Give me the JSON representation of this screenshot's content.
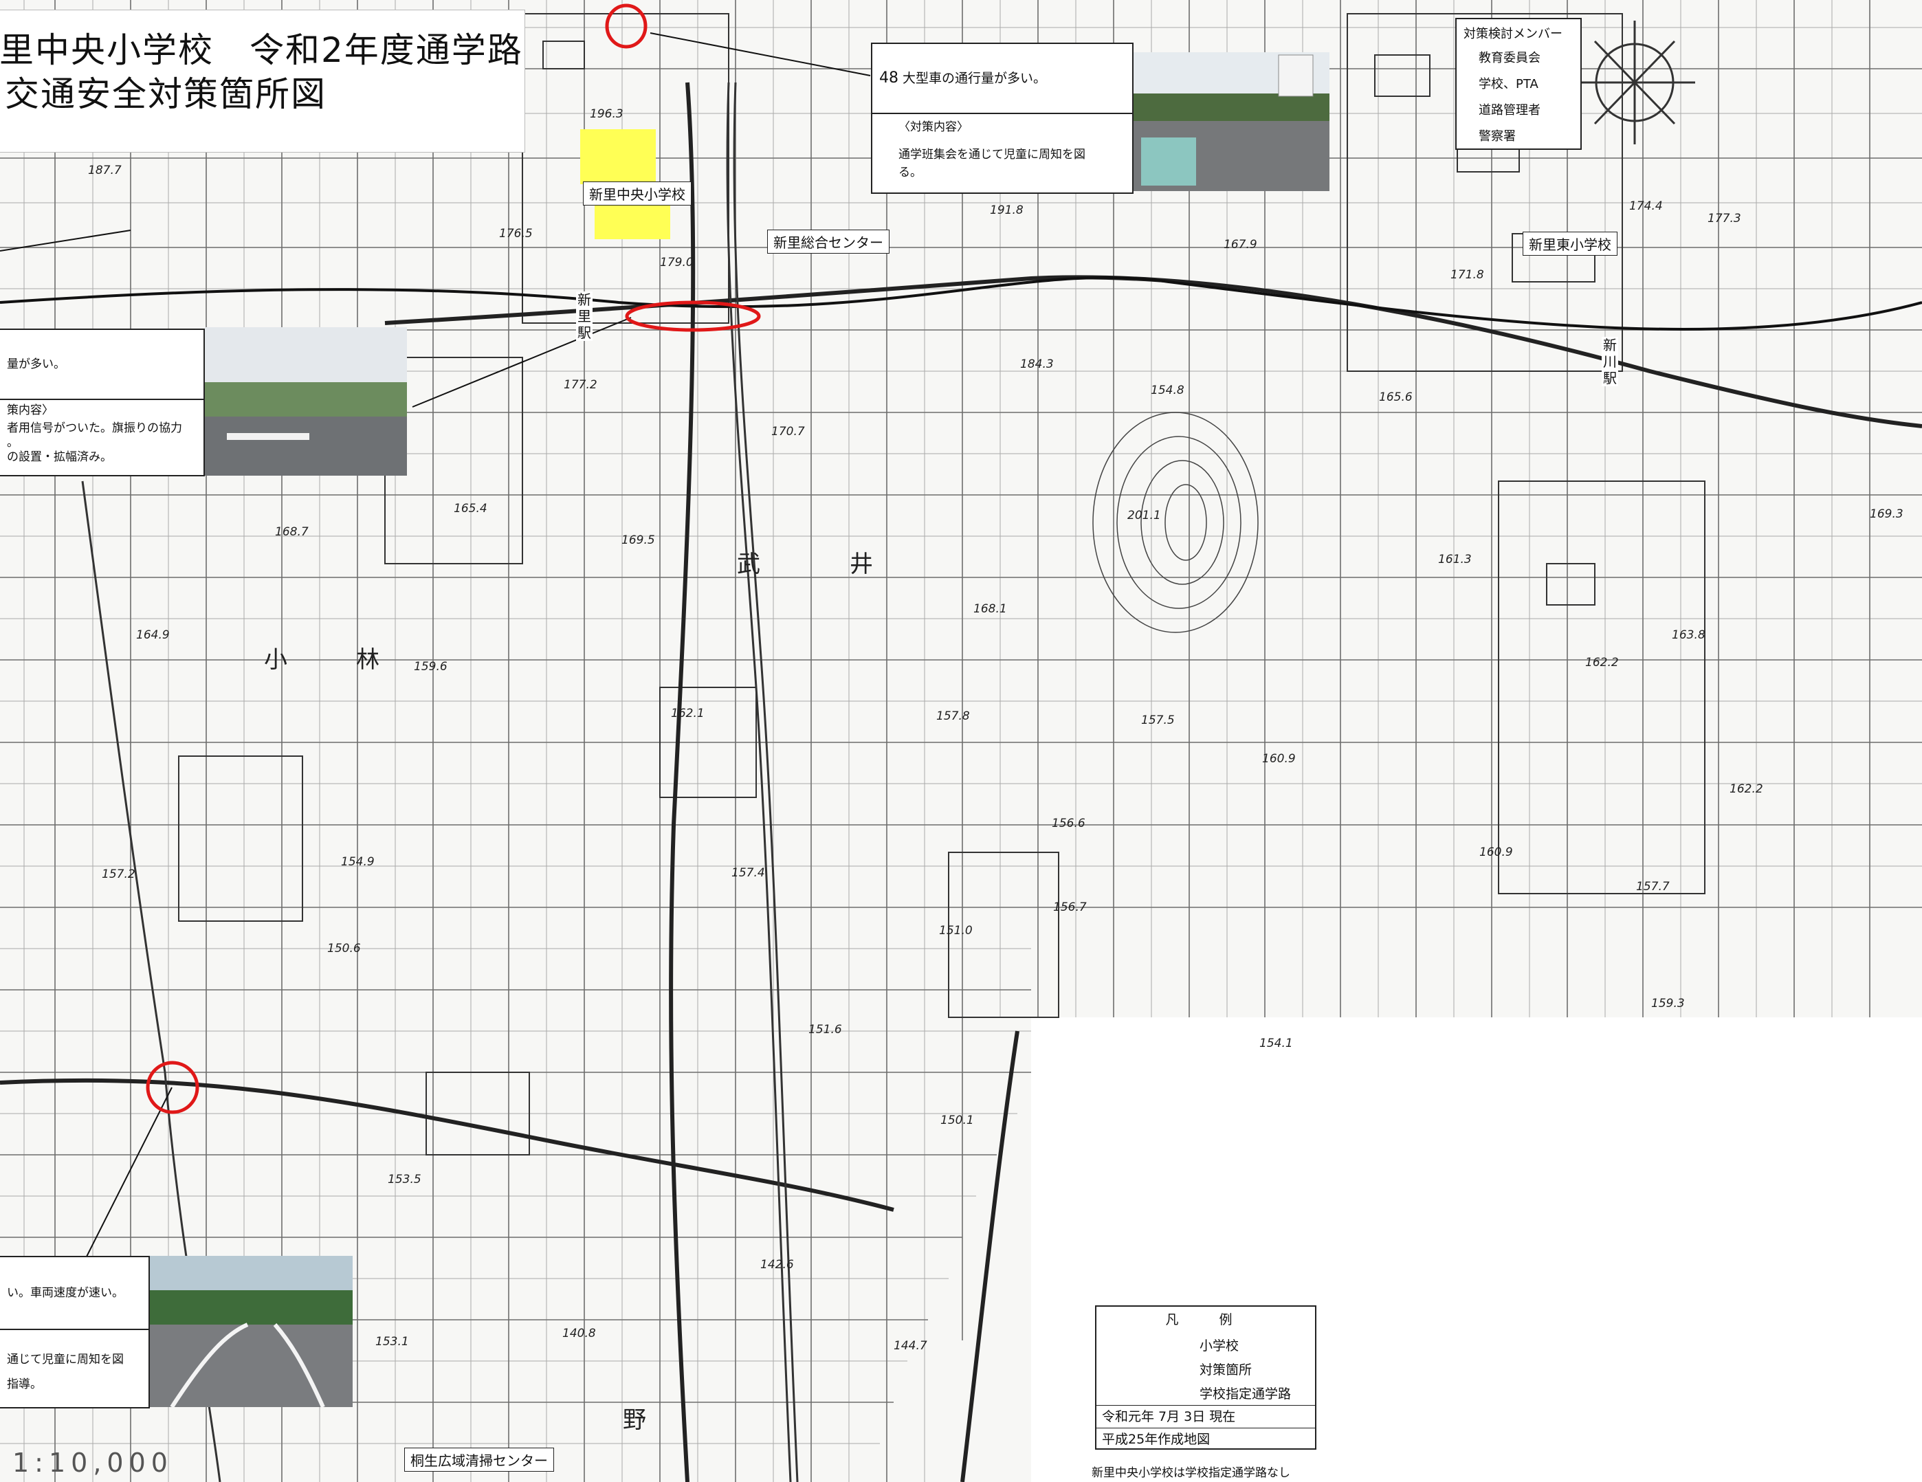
{
  "title": {
    "line1": "里中央小学校　令和2年度通学路",
    "line2": "交通安全対策箇所図"
  },
  "members": {
    "heading": "対策検討メンバー",
    "items": [
      "教育委員会",
      "学校、PTA",
      "道路管理者",
      "警察署"
    ]
  },
  "callouts": {
    "top_right": {
      "number": "48",
      "problem": "大型車の通行量が多い。",
      "measures_heading": "〈対策内容〉",
      "measures": "通学班集会を通じて児童に周知を図る。"
    },
    "mid_left": {
      "problem": "量が多い。",
      "measures_heading": "策内容〉",
      "measures_line1": "者用信号がついた。旗振りの協力",
      "measures_line2": "。",
      "measures_line3": "の設置・拡幅済み。"
    },
    "bottom_left": {
      "problem": "い。車両速度が速い。",
      "measures_line1": "通じて児童に周知を図",
      "measures_line2": "指導。"
    }
  },
  "map_labels": {
    "school_central": "新里中央小学校",
    "center": "新里総合センター",
    "school_east": "新里東小学校",
    "station_niisato": "新里駅",
    "station_shinkawa": "新川駅",
    "cleaning_center": "桐生広域清掃センター",
    "place_kobayashi_1": "小",
    "place_kobayashi_2": "林",
    "place_takei_1": "武",
    "place_takei_2": "井",
    "place_no": "野"
  },
  "elevations": [
    "196.3",
    "187.7",
    "176.5",
    "179.0",
    "191.8",
    "167.9",
    "171.8",
    "177.2",
    "170.7",
    "184.3",
    "154.8",
    "165.6",
    "201.1",
    "161.3",
    "163.8",
    "162.2",
    "164.9",
    "159.6",
    "162.1",
    "168.1",
    "157.8",
    "157.5",
    "160.9",
    "156.6",
    "154.9",
    "157.2",
    "150.6",
    "157.4",
    "151.0",
    "156.7",
    "151.6",
    "153.5",
    "150.1",
    "142.6",
    "140.8",
    "154.1",
    "160.9",
    "157.7",
    "159.3",
    "162.2",
    "169.3",
    "177.3",
    "174.4",
    "165.4",
    "168.7",
    "169.5",
    "144.7",
    "153.1"
  ],
  "legend": {
    "heading": "凡　例",
    "items": [
      {
        "label": "小学校",
        "color": "#ffff66"
      },
      {
        "label": "対策箇所",
        "color": "#e02020"
      },
      {
        "label": "学校指定通学路",
        "color": "#1aa64a"
      }
    ],
    "date": "令和元年 7月  3日  現在",
    "source": "平成25年作成地図"
  },
  "scale": "1:10,000",
  "note": "新里中央小学校は学校指定通学路なし",
  "colors": {
    "school_fill": "#ffff55",
    "marker": "#e01818",
    "ink": "#333333"
  }
}
